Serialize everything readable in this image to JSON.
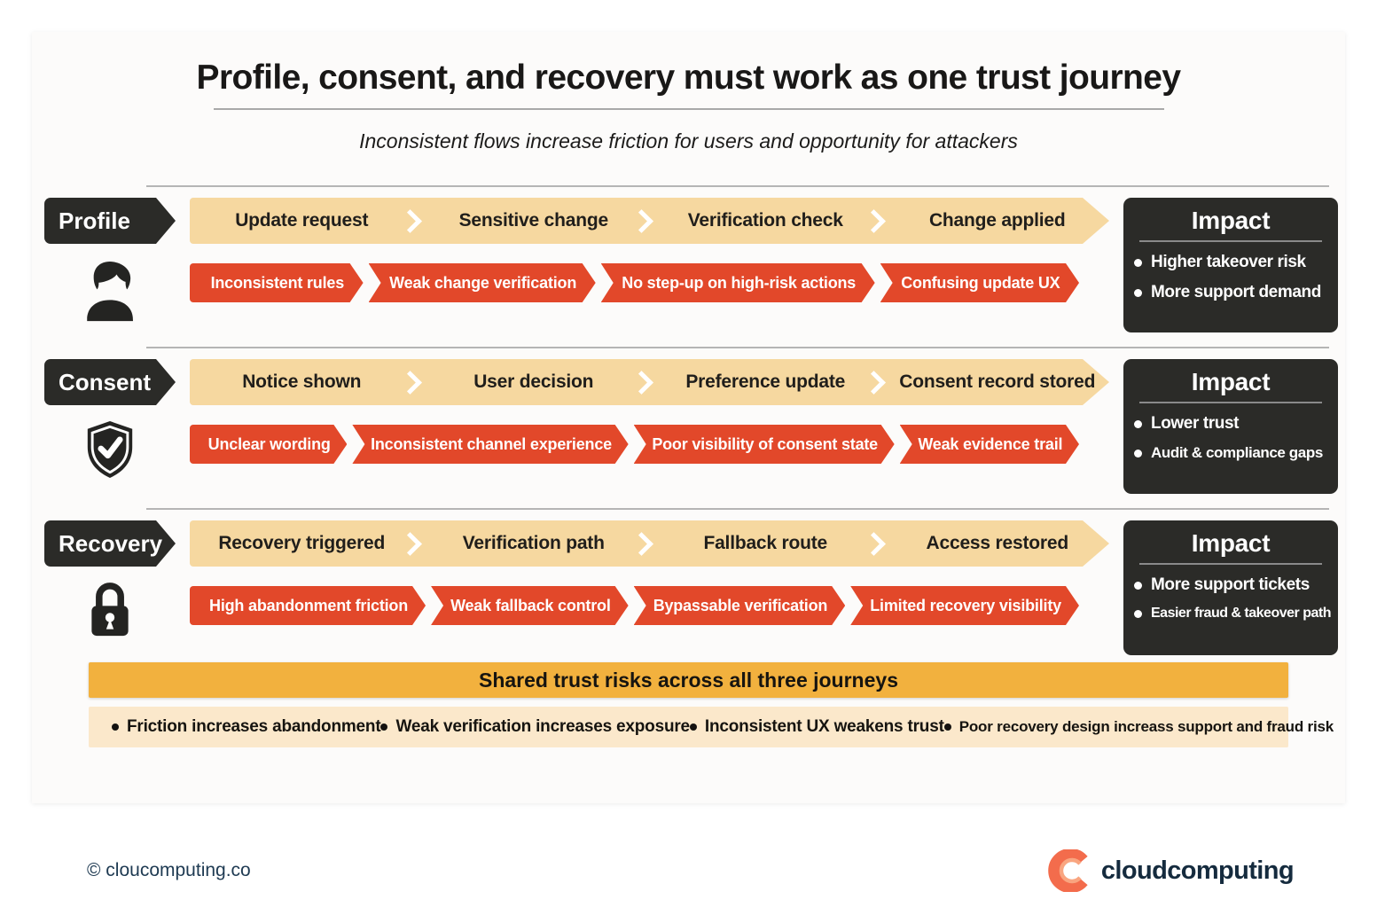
{
  "header": {
    "title": "Profile, consent, and recovery must work as one trust journey",
    "subtitle": "Inconsistent flows increase friction for users and opportunity for attackers"
  },
  "journeys": [
    {
      "label": "Profile",
      "icon": "person-icon",
      "steps": [
        "Update request",
        "Sensitive change",
        "Verification check",
        "Change applied"
      ],
      "risks": [
        "Inconsistent rules",
        "Weak change verification",
        "No step-up on high-risk actions",
        "Confusing update UX"
      ],
      "impact": {
        "title": "Impact",
        "bullets": [
          "Higher takeover risk",
          "More support demand"
        ]
      }
    },
    {
      "label": "Consent",
      "icon": "shield-check-icon",
      "steps": [
        "Notice shown",
        "User decision",
        "Preference update",
        "Consent record stored"
      ],
      "risks": [
        "Unclear wording",
        "Inconsistent channel experience",
        "Poor visibility of consent state",
        "Weak evidence trail"
      ],
      "impact": {
        "title": "Impact",
        "bullets": [
          "Lower trust",
          "Audit & compliance gaps"
        ]
      }
    },
    {
      "label": "Recovery",
      "icon": "lock-icon",
      "steps": [
        "Recovery triggered",
        "Verification path",
        "Fallback route",
        "Access restored"
      ],
      "risks": [
        "High abandonment friction",
        "Weak fallback control",
        "Bypassable verification",
        "Limited recovery visibility"
      ],
      "impact": {
        "title": "Impact",
        "bullets": [
          "More support tickets",
          "Easier fraud & takeover path"
        ]
      }
    }
  ],
  "shared": {
    "title": "Shared trust risks across all three journeys",
    "bullets": [
      "Friction increases abandonment",
      "Weak verification increases exposure",
      "Inconsistent UX weakens trust",
      "Poor recovery design increass support and fraud risk"
    ]
  },
  "footer": {
    "copyright": "© cloucomputing.co",
    "brand": "cloudcomputing"
  },
  "colors": {
    "step_band": "#f6d8a0",
    "risk_band": "#e2482a",
    "tag_black": "#2b2b28",
    "shared_gold": "#f2b13e",
    "shared_cream": "#fbe8cb",
    "brand_orange": "#f36c4c",
    "brand_navy": "#152b3e"
  }
}
